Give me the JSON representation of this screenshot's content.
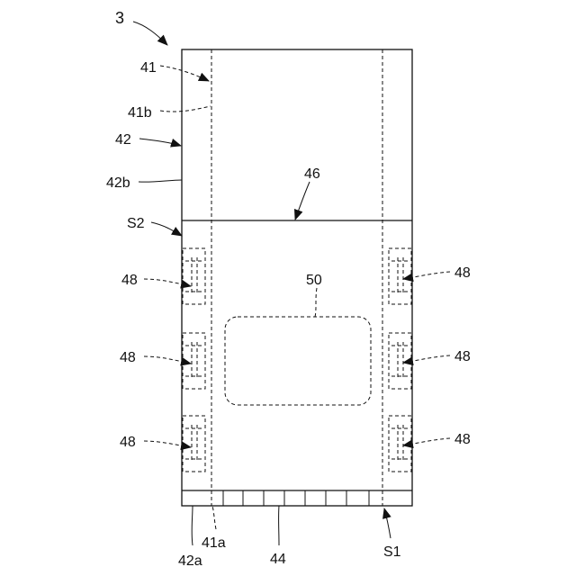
{
  "labels": {
    "fig_ref": "3",
    "l41": "41",
    "l41b": "41b",
    "l42": "42",
    "l42b": "42b",
    "l46": "46",
    "lS2": "S2",
    "l48": "48",
    "l50": "50",
    "l42a": "42a",
    "l41a": "41a",
    "l44": "44",
    "lS1": "S1"
  }
}
